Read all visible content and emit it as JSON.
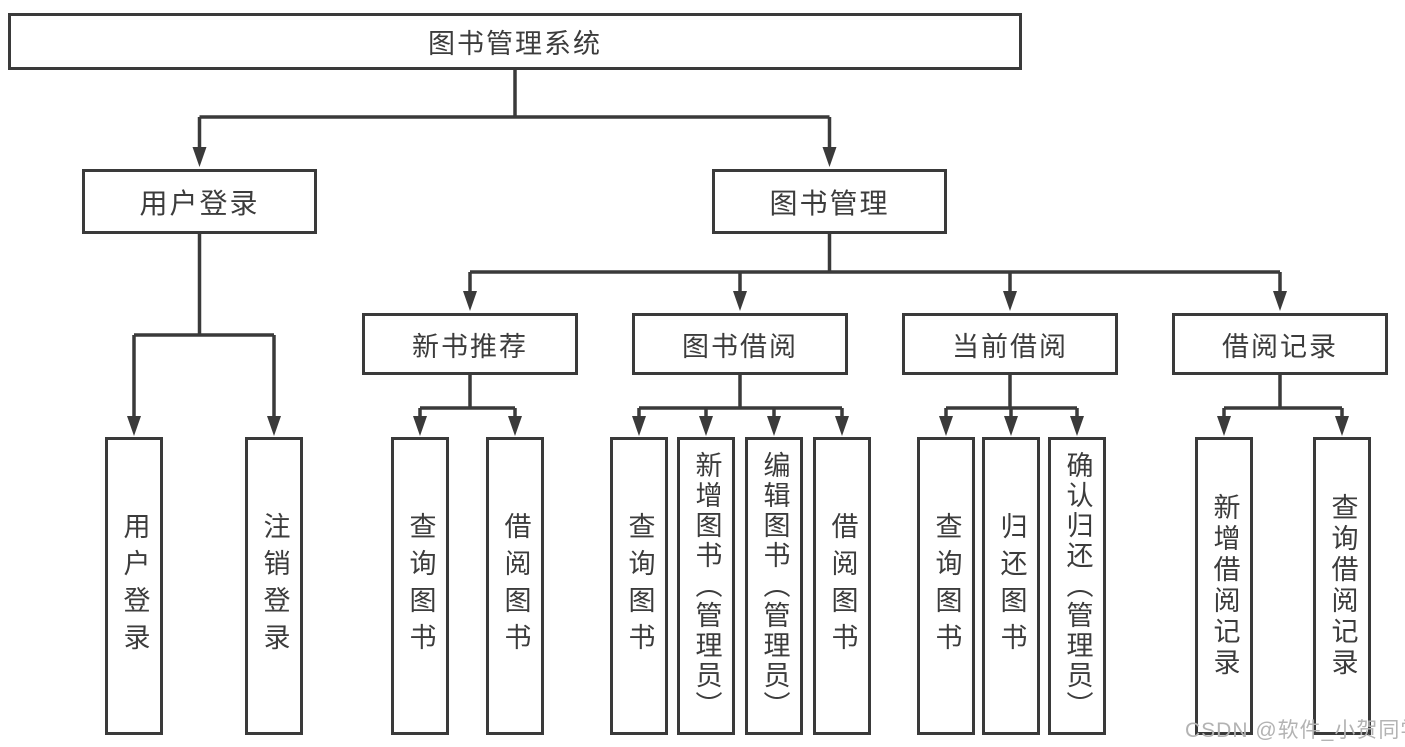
{
  "root": {
    "label": "图书管理系统"
  },
  "level2": {
    "user_login": "用户登录",
    "book_mgmt": "图书管理"
  },
  "level3": {
    "new_books": "新书推荐",
    "borrow": "图书借阅",
    "current": "当前借阅",
    "records": "借阅记录"
  },
  "leaves": {
    "user_login": [
      "用户登录",
      "注销登录"
    ],
    "new_books": [
      "查询图书",
      "借阅图书"
    ],
    "borrow": [
      "查询图书",
      "新增图书（管理员）",
      "编辑图书（管理员）",
      "借阅图书"
    ],
    "current": [
      "查询图书",
      "归还图书",
      "确认归还（管理员）"
    ],
    "records": [
      "新增借阅记录",
      "查询借阅记录"
    ]
  },
  "watermark": "CSDN @软件_小贺同学",
  "colors": {
    "line": "#3a3a3a",
    "text": "#3c3c3c",
    "watermark": "#b3b3b3",
    "background": "#ffffff"
  }
}
